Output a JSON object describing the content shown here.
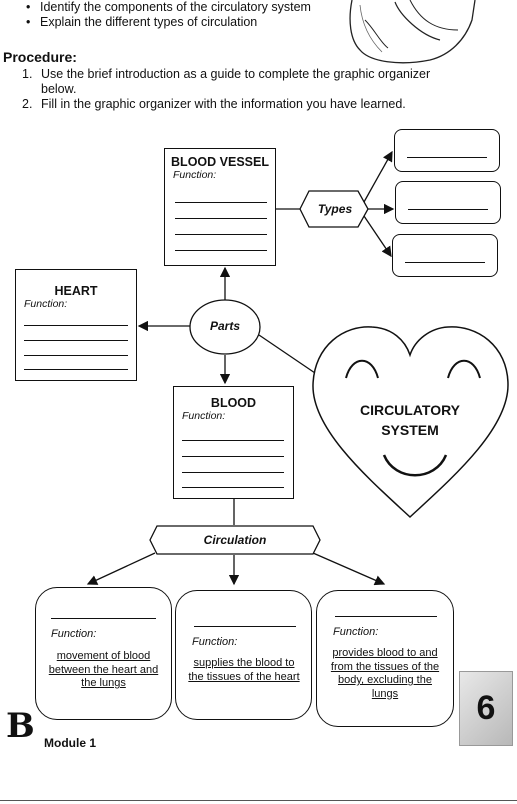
{
  "objectives": [
    "Identify the components of the circulatory system",
    "Explain the different types of circulation"
  ],
  "procedure": {
    "title": "Procedure:",
    "steps": [
      "Use the brief introduction as a guide to complete the graphic organizer below.",
      "Fill in the graphic organizer with the information you have learned."
    ],
    "numbers": [
      "1.",
      "2."
    ]
  },
  "organizer": {
    "blood_vessel": {
      "title": "BLOOD VESSEL",
      "function_label": "Function:"
    },
    "heart": {
      "title": "HEART",
      "function_label": "Function:"
    },
    "blood": {
      "title": "BLOOD",
      "function_label": "Function:"
    },
    "types_label": "Types",
    "parts_label": "Parts",
    "circulation_label": "Circulation",
    "center": {
      "line1": "CIRCULATORY",
      "line2": "SYSTEM"
    },
    "cards": [
      {
        "function_label": "Function:",
        "text": "movement of blood between the heart and the lungs"
      },
      {
        "function_label": "Function:",
        "text": "supplies the blood to the tissues of the heart"
      },
      {
        "function_label": "Function:",
        "text": "provides blood to and from the tissues of the body, excluding the lungs"
      }
    ]
  },
  "footer": {
    "module": "Module 1",
    "page_number": "6",
    "logo_letter": "B"
  }
}
